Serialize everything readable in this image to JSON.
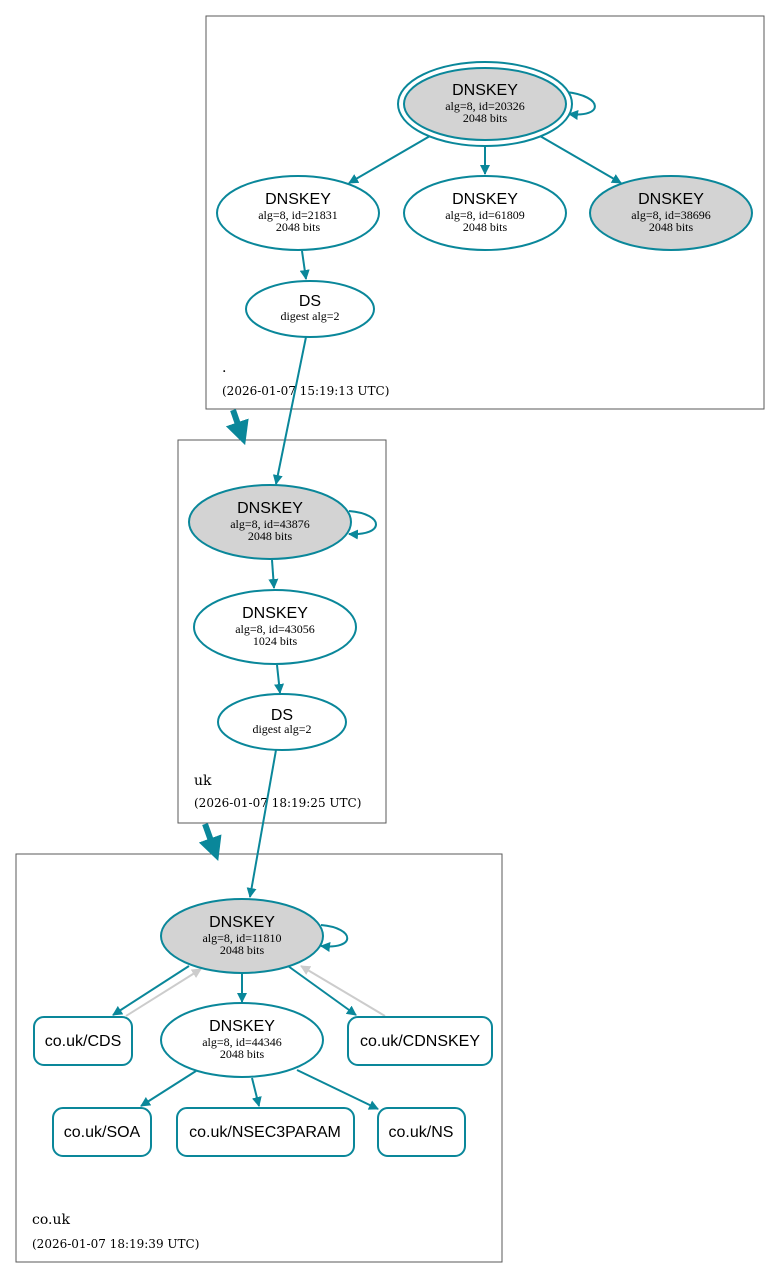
{
  "colors": {
    "edge": "#0a879a",
    "edge_gray": "#cccccc",
    "node_fill_sep": "#d3d3d3",
    "node_fill_zsk": "#ffffff",
    "zone_border": "#5a5a5a"
  },
  "zones": {
    "root": {
      "name": ".",
      "timestamp": "(2026-01-07 15:19:13 UTC)"
    },
    "uk": {
      "name": "uk",
      "timestamp": "(2026-01-07 18:19:25 UTC)"
    },
    "couk": {
      "name": "co.uk",
      "timestamp": "(2026-01-07 18:19:39 UTC)"
    }
  },
  "nodes": {
    "root_ksk": {
      "title": "DNSKEY",
      "line1": "alg=8, id=20326",
      "line2": "2048 bits"
    },
    "root_zsk1": {
      "title": "DNSKEY",
      "line1": "alg=8, id=21831",
      "line2": "2048 bits"
    },
    "root_zsk2": {
      "title": "DNSKEY",
      "line1": "alg=8, id=61809",
      "line2": "2048 bits"
    },
    "root_ksk2": {
      "title": "DNSKEY",
      "line1": "alg=8, id=38696",
      "line2": "2048 bits"
    },
    "root_ds": {
      "title": "DS",
      "line1": "digest alg=2"
    },
    "uk_ksk": {
      "title": "DNSKEY",
      "line1": "alg=8, id=43876",
      "line2": "2048 bits"
    },
    "uk_zsk": {
      "title": "DNSKEY",
      "line1": "alg=8, id=43056",
      "line2": "1024 bits"
    },
    "uk_ds": {
      "title": "DS",
      "line1": "digest alg=2"
    },
    "couk_ksk": {
      "title": "DNSKEY",
      "line1": "alg=8, id=11810",
      "line2": "2048 bits"
    },
    "couk_zsk": {
      "title": "DNSKEY",
      "line1": "alg=8, id=44346",
      "line2": "2048 bits"
    }
  },
  "records": {
    "cds": "co.uk/CDS",
    "cdnskey": "co.uk/CDNSKEY",
    "soa": "co.uk/SOA",
    "nsec3param": "co.uk/NSEC3PARAM",
    "ns": "co.uk/NS"
  }
}
